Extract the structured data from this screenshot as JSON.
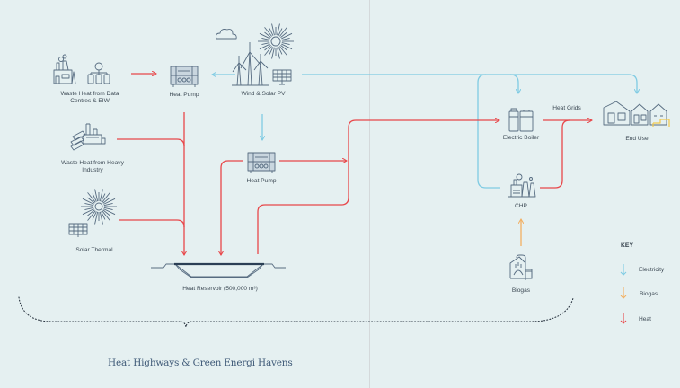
{
  "title": "Heat Highways & Green Energi Havens",
  "colors": {
    "background": "#e5f0f1",
    "electricity": "#7fcbe3",
    "biogas": "#f2b063",
    "heat": "#e8474a",
    "icon": "#566b80"
  },
  "nodes": {
    "waste_heat_data": {
      "label": "Waste Heat from Data Centres & EIW",
      "line1": "Waste Heat from Data",
      "line2": "Centres & EIW",
      "icon": "factory-datacenter-icon"
    },
    "heat_pump_1": {
      "label": "Heat Pump",
      "icon": "heat-pump-icon"
    },
    "wind_solar": {
      "label": "Wind & Solar PV",
      "icon": "wind-turbine-solar-icon"
    },
    "waste_heat_industry": {
      "line1": "Waste Heat from Heavy",
      "line2": "Industry",
      "icon": "heavy-industry-icon"
    },
    "heat_pump_2": {
      "label": "Heat Pump",
      "icon": "heat-pump-icon"
    },
    "solar_thermal": {
      "label": "Solar Thermal",
      "icon": "sun-panel-icon"
    },
    "heat_reservoir": {
      "label": "Heat Reservoir (500,000 m³)",
      "icon": "reservoir-icon"
    },
    "electric_boiler": {
      "label": "Electric Boiler",
      "icon": "boiler-icon"
    },
    "heat_grids": {
      "label": "Heat Grids"
    },
    "end_use": {
      "label": "End Use",
      "icon": "houses-icon"
    },
    "chp": {
      "label": "CHP",
      "icon": "chp-plant-icon"
    },
    "biogas": {
      "label": "Biogas",
      "icon": "biogas-plant-icon"
    }
  },
  "key": {
    "title": "KEY",
    "items": [
      {
        "label": "Electricity",
        "type": "electricity"
      },
      {
        "label": "Biogas",
        "type": "biogas"
      },
      {
        "label": "Heat",
        "type": "heat"
      }
    ]
  },
  "flows": [
    {
      "from": "Waste Heat from Data Centres & EIW",
      "to": "Heat Pump",
      "type": "heat"
    },
    {
      "from": "Wind & Solar PV",
      "to": "Heat Pump",
      "type": "electricity"
    },
    {
      "from": "Wind & Solar PV",
      "to": "Heat Pump (2)",
      "type": "electricity"
    },
    {
      "from": "Wind & Solar PV",
      "to": "Electric Boiler",
      "type": "electricity"
    },
    {
      "from": "Wind & Solar PV",
      "to": "End Use",
      "type": "electricity"
    },
    {
      "from": "Wind & Solar PV",
      "to": "CHP",
      "type": "electricity"
    },
    {
      "from": "Heat Pump",
      "to": "Heat Reservoir",
      "type": "heat"
    },
    {
      "from": "Waste Heat from Heavy Industry",
      "to": "Heat Reservoir",
      "type": "heat"
    },
    {
      "from": "Solar Thermal",
      "to": "Heat Reservoir",
      "type": "heat"
    },
    {
      "from": "Heat Pump (2)",
      "to": "Heat Reservoir",
      "type": "heat"
    },
    {
      "from": "Heat Pump (2)",
      "to": "Electric Boiler",
      "type": "heat"
    },
    {
      "from": "Heat Reservoir",
      "to": "Electric Boiler",
      "type": "heat"
    },
    {
      "from": "Electric Boiler",
      "to": "End Use",
      "type": "heat"
    },
    {
      "from": "CHP",
      "to": "End Use",
      "type": "heat"
    },
    {
      "from": "Biogas",
      "to": "CHP",
      "type": "biogas"
    }
  ]
}
